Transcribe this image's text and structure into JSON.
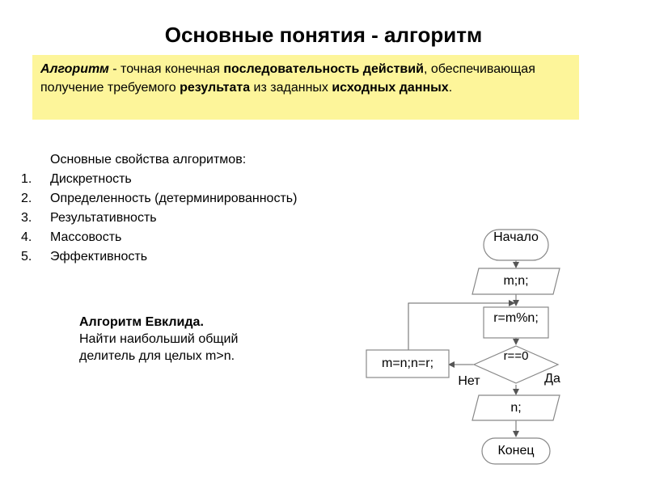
{
  "slide": {
    "title": "Основные понятия - алгоритм"
  },
  "definition": {
    "term": "Алгоритм",
    "dash": " - точная конечная ",
    "key1": "последовательность действий",
    "mid1": ", обеспечивающая получение требуемого ",
    "key2": "результата",
    "mid2": " из заданных ",
    "key3": "исходных данных",
    "end": "."
  },
  "properties": {
    "heading": "Основные свойства алгоритмов:",
    "items": [
      {
        "num": "1.",
        "label": "Дискретность"
      },
      {
        "num": "2.",
        "label": "Определенность (детерминированность)"
      },
      {
        "num": "3.",
        "label": "Результативность"
      },
      {
        "num": "4.",
        "label": "Массовость"
      },
      {
        "num": "5.",
        "label": "Эффективность"
      }
    ]
  },
  "euclid": {
    "title": "Алгоритм Евклида.",
    "line1": "Найти наибольший общий",
    "line2": "делитель для целых m>n."
  },
  "flowchart": {
    "start": "Начало",
    "input": "m;n;",
    "compute": "r=m%n;",
    "condition": "r==0",
    "assign": "m=n;n=r;",
    "output": "n;",
    "end": "Конец",
    "no_label": "Нет",
    "yes_label": "Да"
  }
}
